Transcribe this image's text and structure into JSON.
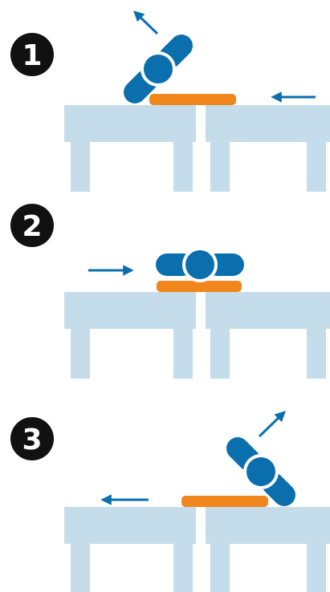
{
  "colors": {
    "table": "#c5ddea",
    "device": "#0b6fae",
    "bar": "#f0861c",
    "arrow": "#0b6fae",
    "badge": "#111111",
    "badge_text": "#ffffff",
    "background": "#ffffff"
  },
  "steps": [
    {
      "number": "1",
      "device_orientation": "tilted",
      "bar_direction": "left",
      "device_direction": "up-left"
    },
    {
      "number": "2",
      "device_orientation": "flat",
      "arrow_direction": "right"
    },
    {
      "number": "3",
      "device_orientation": "tilted",
      "bar_direction": "left",
      "device_direction": "up-right"
    }
  ]
}
